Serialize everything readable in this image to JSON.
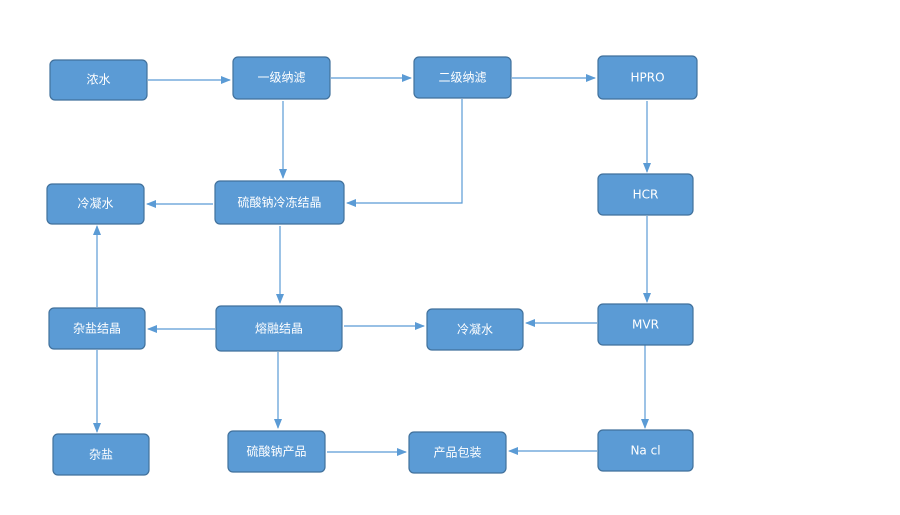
{
  "diagram": {
    "nodes": {
      "nong_shui": "浓水",
      "yiji_nalv": "一级纳滤",
      "erji_nalv": "二级纳滤",
      "hpro": "HPRO",
      "lengning_shui_1": "冷凝水",
      "liusuanna_lengdong": "硫酸钠冷冻结晶",
      "hcr": "HCR",
      "zayan_jiejing": "杂盐结晶",
      "ronghua_jiejing": "熔融结晶",
      "lengning_shui_2": "冷凝水",
      "mvr": "MVR",
      "zayan": "杂盐",
      "liusuanna_chanpin": "硫酸钠产品",
      "chanpin_baozhuang": "产品包装",
      "nacl": "Na cl"
    },
    "edges": [
      {
        "from": "nong_shui",
        "to": "yiji_nalv"
      },
      {
        "from": "yiji_nalv",
        "to": "erji_nalv"
      },
      {
        "from": "erji_nalv",
        "to": "hpro"
      },
      {
        "from": "yiji_nalv",
        "to": "liusuanna_lengdong"
      },
      {
        "from": "erji_nalv",
        "to": "liusuanna_lengdong"
      },
      {
        "from": "liusuanna_lengdong",
        "to": "lengning_shui_1"
      },
      {
        "from": "hpro",
        "to": "hcr"
      },
      {
        "from": "hcr",
        "to": "mvr"
      },
      {
        "from": "liusuanna_lengdong",
        "to": "ronghua_jiejing"
      },
      {
        "from": "ronghua_jiejing",
        "to": "zayan_jiejing"
      },
      {
        "from": "ronghua_jiejing",
        "to": "lengning_shui_2"
      },
      {
        "from": "mvr",
        "to": "lengning_shui_2"
      },
      {
        "from": "zayan_jiejing",
        "to": "lengning_shui_1"
      },
      {
        "from": "zayan_jiejing",
        "to": "zayan"
      },
      {
        "from": "ronghua_jiejing",
        "to": "liusuanna_chanpin"
      },
      {
        "from": "mvr",
        "to": "nacl"
      },
      {
        "from": "liusuanna_chanpin",
        "to": "chanpin_baozhuang"
      },
      {
        "from": "nacl",
        "to": "chanpin_baozhuang"
      }
    ],
    "colors": {
      "node_fill": "#5b9bd5",
      "node_border": "#41719c",
      "edge": "#5b9bd5",
      "text": "#ffffff"
    }
  }
}
